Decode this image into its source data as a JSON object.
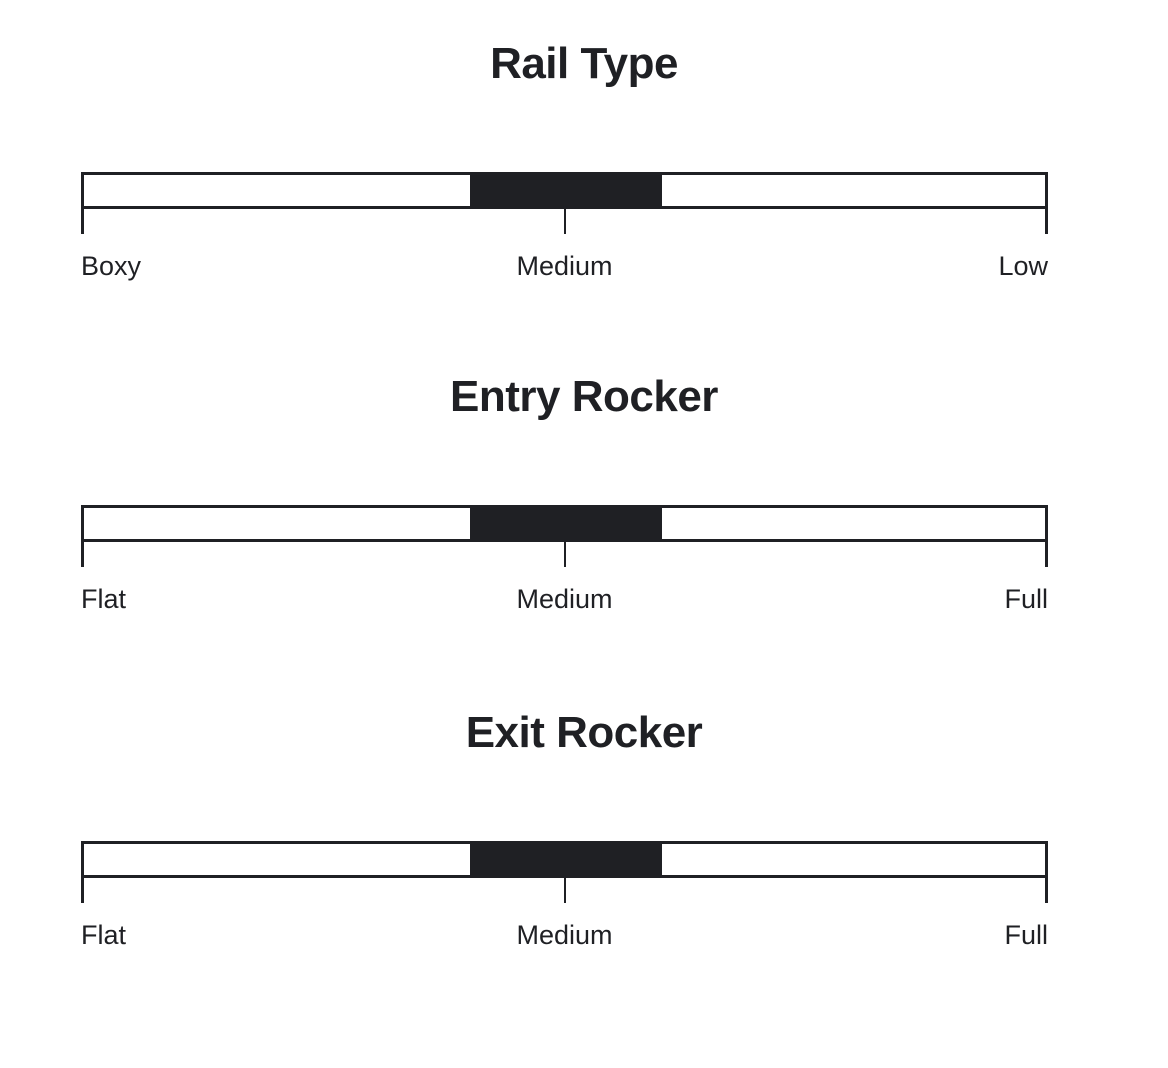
{
  "page": {
    "background_color": "#ffffff",
    "ink_color": "#1f2024"
  },
  "sections": [
    {
      "title": "Rail Type",
      "slider": {
        "labels": [
          "Boxy",
          "Medium",
          "Low"
        ],
        "selected": "Medium",
        "fill_start_percent": 40.2,
        "fill_end_percent": 60.1,
        "marker_percent": 50
      }
    },
    {
      "title": "Entry Rocker",
      "slider": {
        "labels": [
          "Flat",
          "Medium",
          "Full"
        ],
        "selected": "Medium",
        "fill_start_percent": 40.2,
        "fill_end_percent": 60.1,
        "marker_percent": 50
      }
    },
    {
      "title": "Exit Rocker",
      "slider": {
        "labels": [
          "Flat",
          "Medium",
          "Full"
        ],
        "selected": "Medium",
        "fill_start_percent": 40.2,
        "fill_end_percent": 60.1,
        "marker_percent": 50
      }
    }
  ]
}
